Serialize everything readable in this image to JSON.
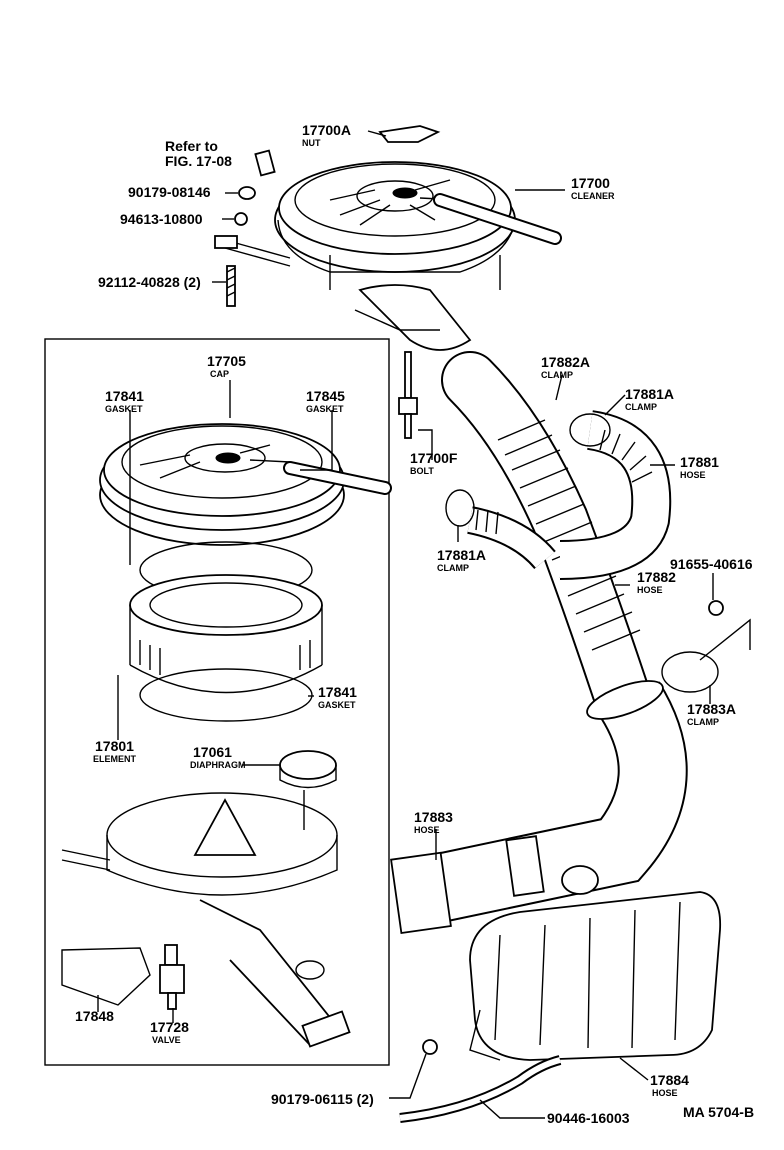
{
  "labels": {
    "refer_line1": "Refer to",
    "refer_line2": "FIG. 17-08",
    "p90179_08146": "90179-08146",
    "p94613_10800": "94613-10800",
    "p92112_40828": "92112-40828 (2)",
    "p17700A": "17700A",
    "p17700A_name": "NUT",
    "p17700": "17700",
    "p17700_name": "CLEANER",
    "p17705": "17705",
    "p17705_name": "CAP",
    "p17841_top": "17841",
    "p17841_top_name": "GASKET",
    "p17845": "17845",
    "p17845_name": "GASKET",
    "p17841_bottom": "17841",
    "p17841_bottom_name": "GASKET",
    "p17801": "17801",
    "p17801_name": "ELEMENT",
    "p17061": "17061",
    "p17061_name": "DIAPHRAGM",
    "p17848": "17848",
    "p17728": "17728",
    "p17728_name": "VALVE",
    "p17700F": "17700F",
    "p17700F_name": "BOLT",
    "p17882A": "17882A",
    "p17882A_name": "CLAMP",
    "p17881A_right": "17881A",
    "p17881A_right_name": "CLAMP",
    "p17881": "17881",
    "p17881_name": "HOSE",
    "p17881A_left": "17881A",
    "p17881A_left_name": "CLAMP",
    "p91655": "91655-40616",
    "p17882": "17882",
    "p17882_name": "HOSE",
    "p17883A": "17883A",
    "p17883A_name": "CLAMP",
    "p17883": "17883",
    "p17883_name": "HOSE",
    "p17884": "17884",
    "p17884_name": "HOSE",
    "p90179_06115": "90179-06115 (2)",
    "p90446": "90446-16003",
    "ref_code": "MA 5704-B"
  }
}
